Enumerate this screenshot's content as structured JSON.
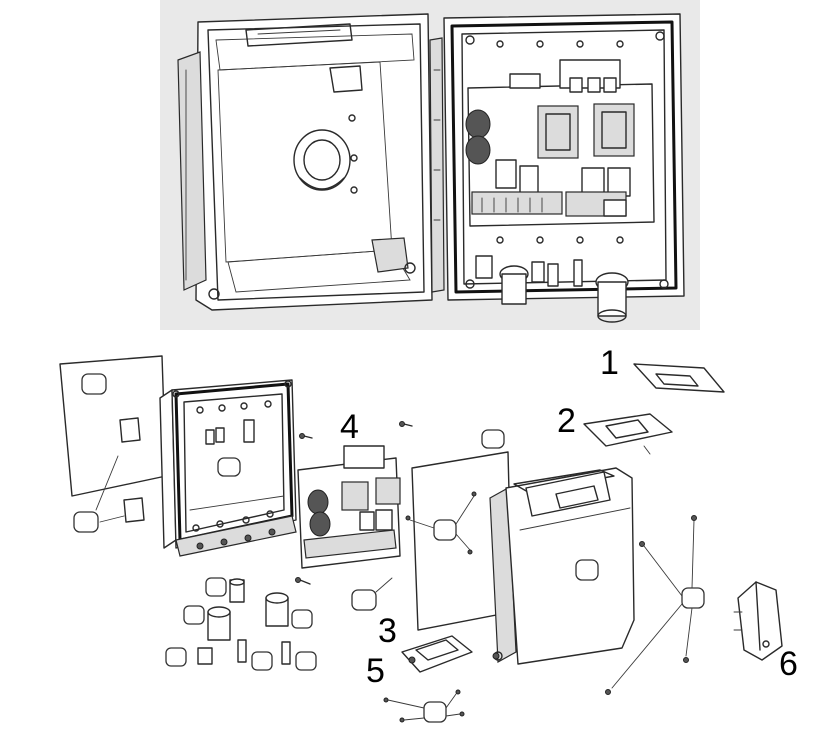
{
  "figure": {
    "labels": [
      {
        "id": "part-1",
        "text": "1"
      },
      {
        "id": "part-2",
        "text": "2"
      },
      {
        "id": "part-3",
        "text": "3"
      },
      {
        "id": "part-4",
        "text": "4"
      },
      {
        "id": "part-5",
        "text": "5"
      },
      {
        "id": "part-6",
        "text": "6"
      }
    ]
  },
  "colors": {
    "line": "#2a2a2a",
    "photo_background": "#e9e9e9",
    "paper": "#ffffff"
  }
}
